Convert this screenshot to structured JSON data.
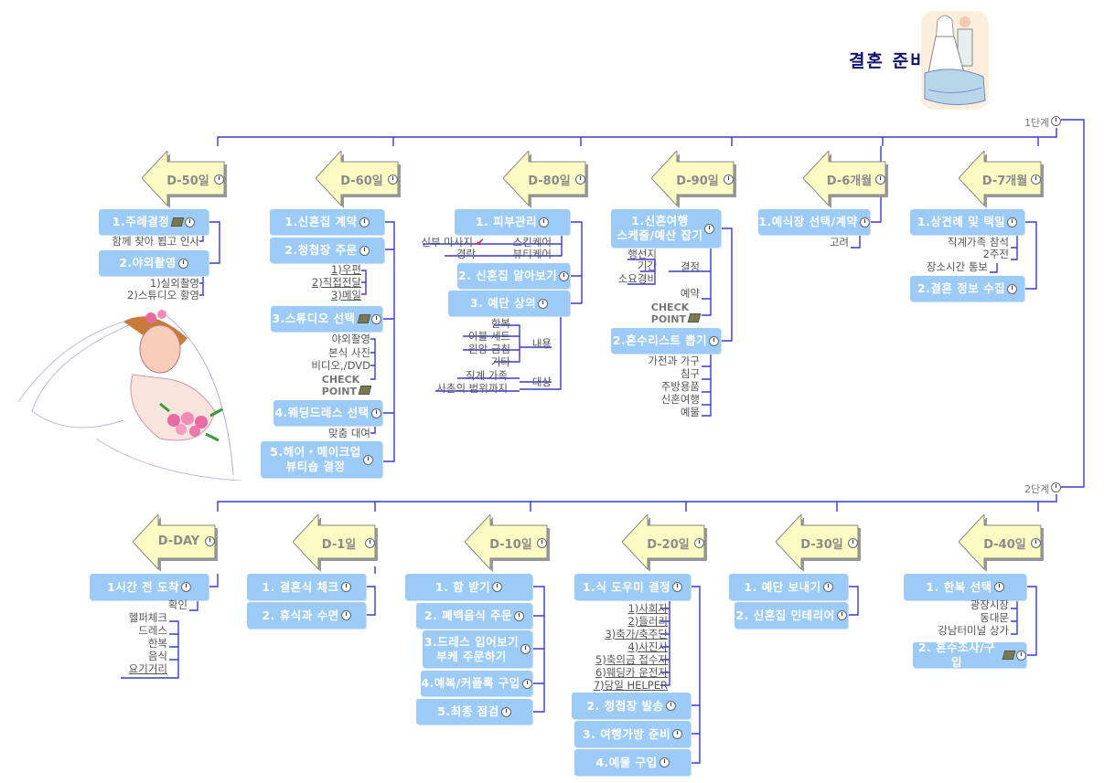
{
  "title": "결혼 준비",
  "stage1": {
    "label": "1단계",
    "columns": [
      {
        "header": "D-50일",
        "nodes": [
          {
            "label": "1.주례결정",
            "items": [
              "함께 찾아 뵙고 인사"
            ]
          },
          {
            "label": "2.야외촬영",
            "items": [
              "1)실외촬영",
              "2)스튜디오 활영"
            ]
          }
        ]
      },
      {
        "header": "D-60일",
        "nodes": [
          {
            "label": "1.신혼집 계약"
          },
          {
            "label": "2.청첩장 주문",
            "items": [
              "1)우편",
              "2)직접전달",
              "3)메일"
            ]
          },
          {
            "label": "3.스튜디오 선택",
            "items": [
              "야외촬영",
              "본식 사진",
              "비디오,/DVD",
              "CHECK\nPOINT"
            ]
          },
          {
            "label": "4.웨딩드레스 선택",
            "items": [
              "맞춤 대여"
            ]
          },
          {
            "label": "5.헤어・메이크업\n뷰티숍 결정"
          }
        ]
      },
      {
        "header": "D-80일",
        "nodes": [
          {
            "label": "1. 피부관리",
            "items": [
              "신부 마사지",
              "스킨케어",
              "경락",
              "뷰티케어"
            ]
          },
          {
            "label": "2. 신혼집 알아보기"
          },
          {
            "label": "3. 예단 상의",
            "groups": [
              {
                "label": "내용",
                "items": [
                  "한복",
                  "이불 세트",
                  "원앙 금침",
                  "기타"
                ]
              },
              {
                "label": "대상",
                "items": [
                  "직계 가족",
                  "사촌의 범위까지"
                ]
              }
            ]
          }
        ]
      },
      {
        "header": "D-90일",
        "nodes": [
          {
            "label": "1.신혼여행\n스케줄/예산 잡기",
            "groups": [
              {
                "label": "결정",
                "items": [
                  "행선지",
                  "기간",
                  "소요경비"
                ]
              }
            ],
            "items": [
              "예약",
              "CHECK\nPOINT"
            ]
          },
          {
            "label": "2.혼수리스트 뽑기",
            "items": [
              "가전과 가구",
              "침구",
              "주방용품",
              "신혼여행",
              "예물"
            ]
          }
        ]
      },
      {
        "header": "D-6개월",
        "nodes": [
          {
            "label": "1.예식장 선택/계약",
            "items": [
              "고려"
            ]
          }
        ]
      },
      {
        "header": "D-7개월",
        "nodes": [
          {
            "label": "1.상견례 및 택일",
            "items": [
              "직계가족 참석",
              "2주전",
              "장소시간 통보"
            ]
          },
          {
            "label": "2.결혼 정보 수집"
          }
        ]
      }
    ]
  },
  "stage2": {
    "label": "2단계",
    "columns": [
      {
        "header": "D-DAY",
        "nodes": [
          {
            "label": "1시간 전 도착",
            "items": [
              "확인",
              "헬퍼체크",
              "드레스",
              "한복",
              "음식",
              "요기거리"
            ]
          }
        ]
      },
      {
        "header": "D-1일",
        "nodes": [
          {
            "label": "1. 결혼식 체크"
          },
          {
            "label": "2. 휴식과 수면"
          }
        ]
      },
      {
        "header": "D-10일",
        "nodes": [
          {
            "label": "1. 함 받기"
          },
          {
            "label": "2. 폐백음식 주문"
          },
          {
            "label": "3.드레스 입어보기\n부케 주문하기"
          },
          {
            "label": "4.예복/커플룩 구입"
          },
          {
            "label": "5.최종 점검"
          }
        ]
      },
      {
        "header": "D-20일",
        "nodes": [
          {
            "label": "1.식 도우미 결정",
            "items": [
              "1)사회자",
              "2)들러리",
              "3)축가/축주단",
              "4)사진사",
              "5)축의금 접수자",
              "6)웨딩카 운전자",
              "7)당일 HELPER"
            ]
          },
          {
            "label": "2. 청첩장 발송"
          },
          {
            "label": "3. 여행가방 준비"
          },
          {
            "label": "4.예물 구입"
          }
        ]
      },
      {
        "header": "D-30일",
        "nodes": [
          {
            "label": "1. 예단 보내기"
          },
          {
            "label": "2. 신혼집 인테리어"
          }
        ]
      },
      {
        "header": "D-40일",
        "nodes": [
          {
            "label": "1. 한복 선택",
            "items": [
              "광장시장",
              "동대문",
              "강남터미널 상가"
            ]
          },
          {
            "label": "2. 혼수조사/구입"
          }
        ]
      }
    ]
  },
  "colors": {
    "box": "#9ccbf7",
    "line": "#3333cc",
    "arrow": "#fdfbc4",
    "title": "#101070"
  }
}
